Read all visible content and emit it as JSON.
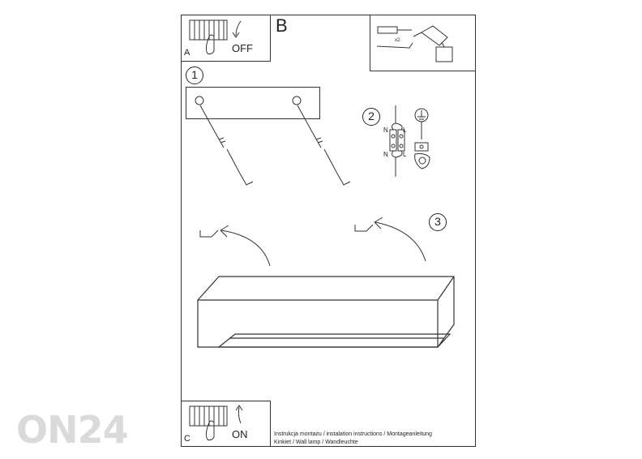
{
  "panels": {
    "a": {
      "letter": "A",
      "state": "OFF"
    },
    "b": {
      "letter": "B",
      "count": "x2"
    },
    "c": {
      "letter": "C",
      "state": "ON"
    }
  },
  "steps": [
    "1",
    "2",
    "3"
  ],
  "wiring": {
    "n1": "N",
    "l1": "L",
    "n2": "N",
    "l2": "L"
  },
  "footer": {
    "line1": "Instrukcja montażu / instalation instructions / Montageanleitung",
    "line2": "Kinkiet / Wall lamp / Wandleuchte"
  },
  "watermark": "ON24"
}
